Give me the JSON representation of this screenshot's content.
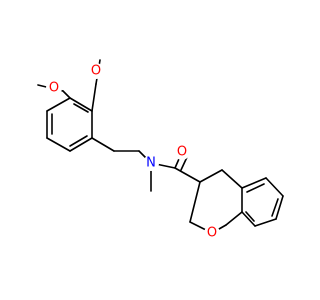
{
  "molecule": {
    "atoms": {
      "o_methoxy_top": {
        "symbol": "O",
        "color": "#ff0000"
      },
      "o_methoxy_left": {
        "symbol": "O",
        "color": "#ff0000"
      },
      "n_amide": {
        "symbol": "N",
        "color": "#0000ff"
      },
      "o_carbonyl": {
        "symbol": "O",
        "color": "#ff0000"
      },
      "o_ring": {
        "symbol": "O",
        "color": "#ff0000"
      }
    }
  }
}
